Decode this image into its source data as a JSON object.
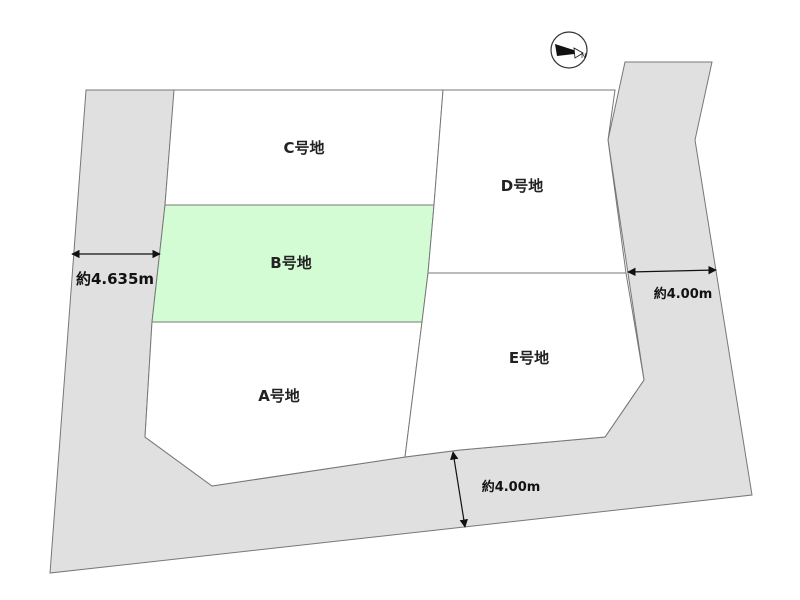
{
  "colors": {
    "road": "#e0e0e0",
    "lot_default": "#ffffff",
    "lot_highlight": "#d4fcd4",
    "outline": "#777777",
    "arrow": "#111111"
  },
  "lots": {
    "a": {
      "label": "A号地",
      "highlighted": false
    },
    "b": {
      "label": "B号地",
      "highlighted": true
    },
    "c": {
      "label": "C号地",
      "highlighted": false
    },
    "d": {
      "label": "D号地",
      "highlighted": false
    },
    "e": {
      "label": "E号地",
      "highlighted": false
    }
  },
  "dimensions": {
    "west_road_width": "約4.635m",
    "east_road_width": "約4.00m",
    "south_road_width": "約4.00m"
  },
  "compass": {
    "icon": "north-arrow-icon"
  }
}
